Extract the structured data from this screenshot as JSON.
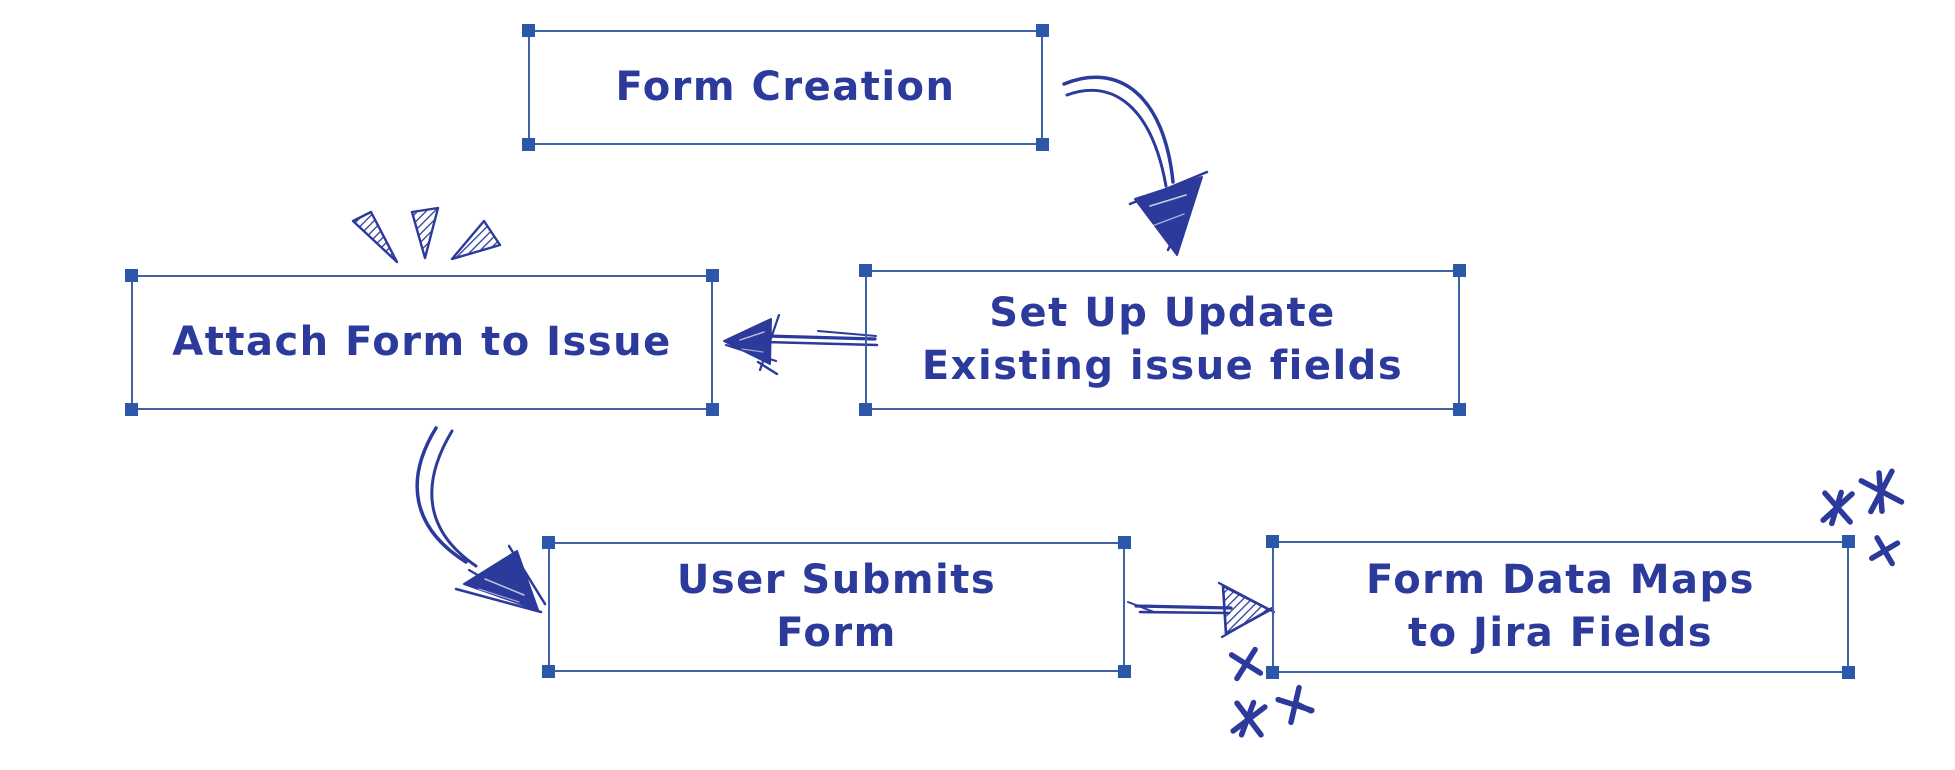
{
  "palette": {
    "background": "#ffffff",
    "ink": "#2b3a9b",
    "box_border": "#3e62a8",
    "selection_handle": "#2d57a8"
  },
  "diagram": {
    "style": "hand-drawn flowchart",
    "nodes": {
      "form_creation": {
        "lines": [
          "Form Creation",
          ""
        ]
      },
      "set_up_update": {
        "lines": [
          "Set Up Update",
          "Existing issue fields"
        ]
      },
      "attach_form": {
        "lines": [
          "Attach Form to Issue",
          ""
        ]
      },
      "user_submits": {
        "lines": [
          "User Submits",
          "Form"
        ]
      },
      "form_data_maps": {
        "lines": [
          "Form Data Maps",
          "to Jira Fields"
        ]
      }
    },
    "edges": [
      {
        "from": "form_creation",
        "to": "set_up_update",
        "shape": "curved-arrow"
      },
      {
        "from": "set_up_update",
        "to": "attach_form",
        "shape": "straight-arrow"
      },
      {
        "from": "attach_form",
        "to": "user_submits",
        "shape": "curved-arrow"
      },
      {
        "from": "user_submits",
        "to": "form_data_maps",
        "shape": "straight-arrow"
      }
    ],
    "decorations": [
      {
        "type": "emphasis-rays",
        "near": "attach_form",
        "count": 3
      },
      {
        "type": "sparkle-doodles",
        "near": "form_data_maps",
        "count": 6
      }
    ]
  }
}
